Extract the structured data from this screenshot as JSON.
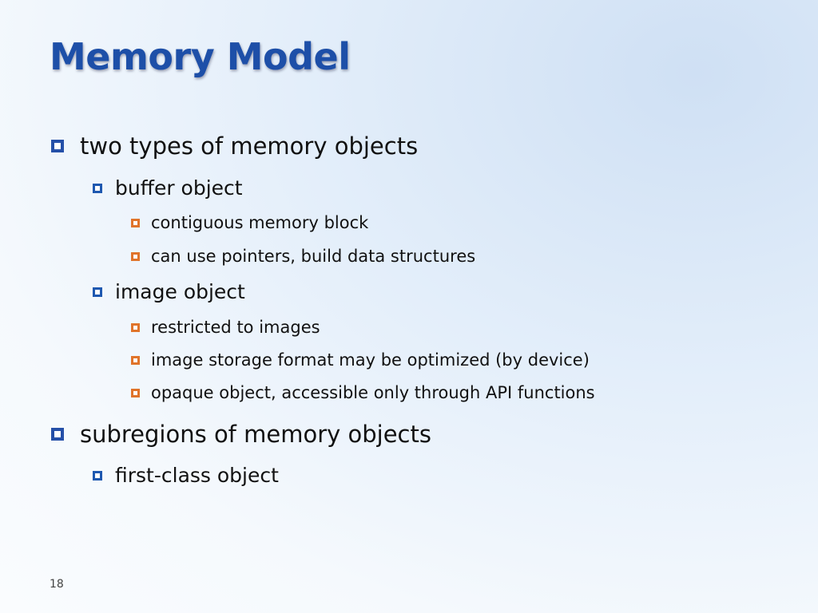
{
  "slide": {
    "title": "Memory Model",
    "bullets": [
      {
        "level": 1,
        "text": "two types of memory objects"
      },
      {
        "level": 2,
        "text": "buffer object"
      },
      {
        "level": 3,
        "text": "contiguous memory block"
      },
      {
        "level": 3,
        "text": "can use pointers, build data structures"
      },
      {
        "level": 2,
        "text": "image object"
      },
      {
        "level": 3,
        "text": "restricted to images"
      },
      {
        "level": 3,
        "text": "image storage format may be optimized (by device)"
      },
      {
        "level": 3,
        "text": "opaque object, accessible only through API functions"
      },
      {
        "level": 1,
        "text": "subregions of memory objects"
      },
      {
        "level": 2,
        "text": "first-class object"
      }
    ],
    "page_number": "18"
  },
  "colors": {
    "title": "#1d4fa8",
    "bullet_level1": "#2550a8",
    "bullet_level2": "#1e58b0",
    "bullet_level3": "#e0742a"
  }
}
